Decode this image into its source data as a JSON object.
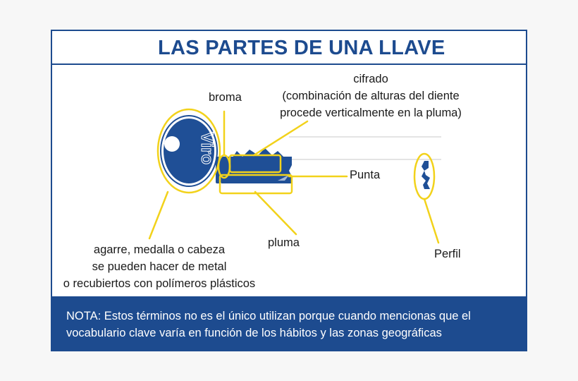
{
  "title": "LAS PARTES DE UNA LLAVE",
  "brand": "Viro",
  "labels": {
    "cifrado": [
      "cifrado",
      "(combinación de alturas del diente",
      "procede verticalmente en la pluma)"
    ],
    "broma": "broma",
    "punta": "Punta",
    "pluma": "pluma",
    "perfil": "Perfil",
    "agarre": [
      "agarre, medalla o cabeza",
      "se pueden hacer de metal",
      "o recubiertos con polímeros plásticos"
    ]
  },
  "note": [
    "NOTA: Estos términos no es el único utilizan porque cuando mencionas que el",
    "vocabulario clave varía en función de los hábitos y las zonas geográficas"
  ],
  "colors": {
    "navy": "#1d4b8f",
    "key_blue": "#1f4f96",
    "highlight": "#f2d21b",
    "guide_line": "#c9c9c9"
  }
}
